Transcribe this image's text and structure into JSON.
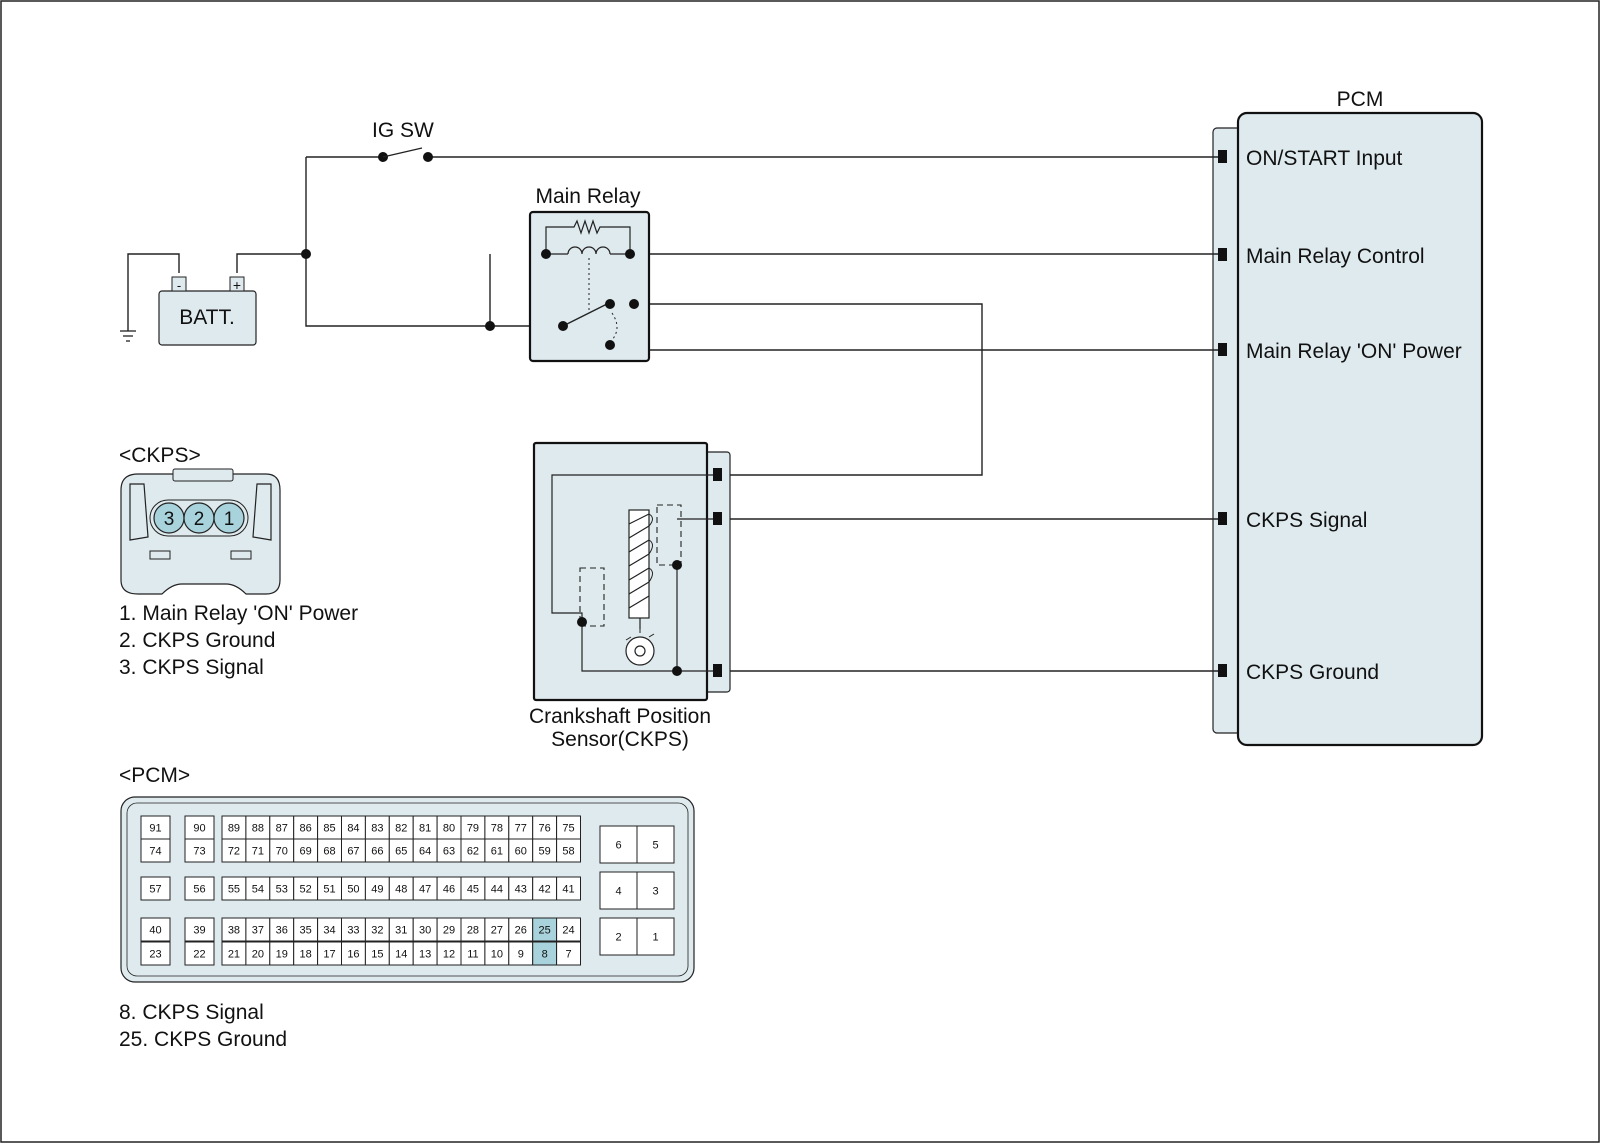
{
  "colors": {
    "panel_fill": "#dfeaee",
    "highlight_fill": "#a8d3dc",
    "line": "#222222"
  },
  "pcm": {
    "title": "PCM",
    "terminals": [
      "ON/START Input",
      "Main Relay Control",
      "Main Relay 'ON' Power",
      "CKPS Signal",
      "CKPS Ground"
    ]
  },
  "ig_sw": {
    "label": "IG SW"
  },
  "main_relay": {
    "label": "Main Relay"
  },
  "battery": {
    "label": "BATT.",
    "neg": "-",
    "pos": "+"
  },
  "ckps_sensor": {
    "label_line1": "Crankshaft Position",
    "label_line2": "Sensor(CKPS)"
  },
  "ckps_connector": {
    "title": "<CKPS>",
    "pins": [
      "3",
      "2",
      "1"
    ],
    "legend": [
      "1. Main Relay 'ON' Power",
      "2. CKPS Ground",
      "3. CKPS Signal"
    ]
  },
  "pcm_connector": {
    "title": "<PCM>",
    "rows": [
      {
        "single_a": "91",
        "single_b": "90",
        "main": [
          "89",
          "88",
          "87",
          "86",
          "85",
          "84",
          "83",
          "82",
          "81",
          "80",
          "79",
          "78",
          "77",
          "76",
          "75"
        ]
      },
      {
        "single_a": "74",
        "single_b": "73",
        "main": [
          "72",
          "71",
          "70",
          "69",
          "68",
          "67",
          "66",
          "65",
          "64",
          "63",
          "62",
          "61",
          "60",
          "59",
          "58"
        ]
      },
      {
        "single_a": "57",
        "single_b": "56",
        "main": [
          "55",
          "54",
          "53",
          "52",
          "51",
          "50",
          "49",
          "48",
          "47",
          "46",
          "45",
          "44",
          "43",
          "42",
          "41"
        ]
      },
      {
        "single_a": "40",
        "single_b": "39",
        "main": [
          "38",
          "37",
          "36",
          "35",
          "34",
          "33",
          "32",
          "31",
          "30",
          "29",
          "28",
          "27",
          "26",
          "25",
          "24"
        ]
      },
      {
        "single_a": "23",
        "single_b": "22",
        "main": [
          "21",
          "20",
          "19",
          "18",
          "17",
          "16",
          "15",
          "14",
          "13",
          "12",
          "11",
          "10",
          "9",
          "8",
          "7"
        ]
      }
    ],
    "highlighted": [
      "25",
      "8"
    ],
    "right_block": [
      [
        "6",
        "5"
      ],
      [
        "4",
        "3"
      ],
      [
        "2",
        "1"
      ]
    ],
    "legend": [
      "8. CKPS Signal",
      "25. CKPS Ground"
    ]
  }
}
